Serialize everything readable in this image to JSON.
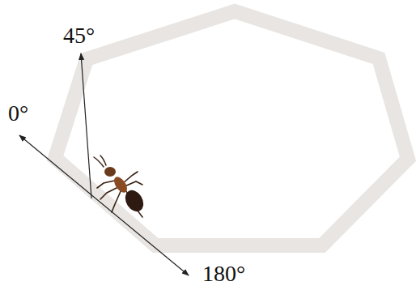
{
  "diagram": {
    "labels": [
      "45°",
      "0°",
      "180°"
    ]
  }
}
